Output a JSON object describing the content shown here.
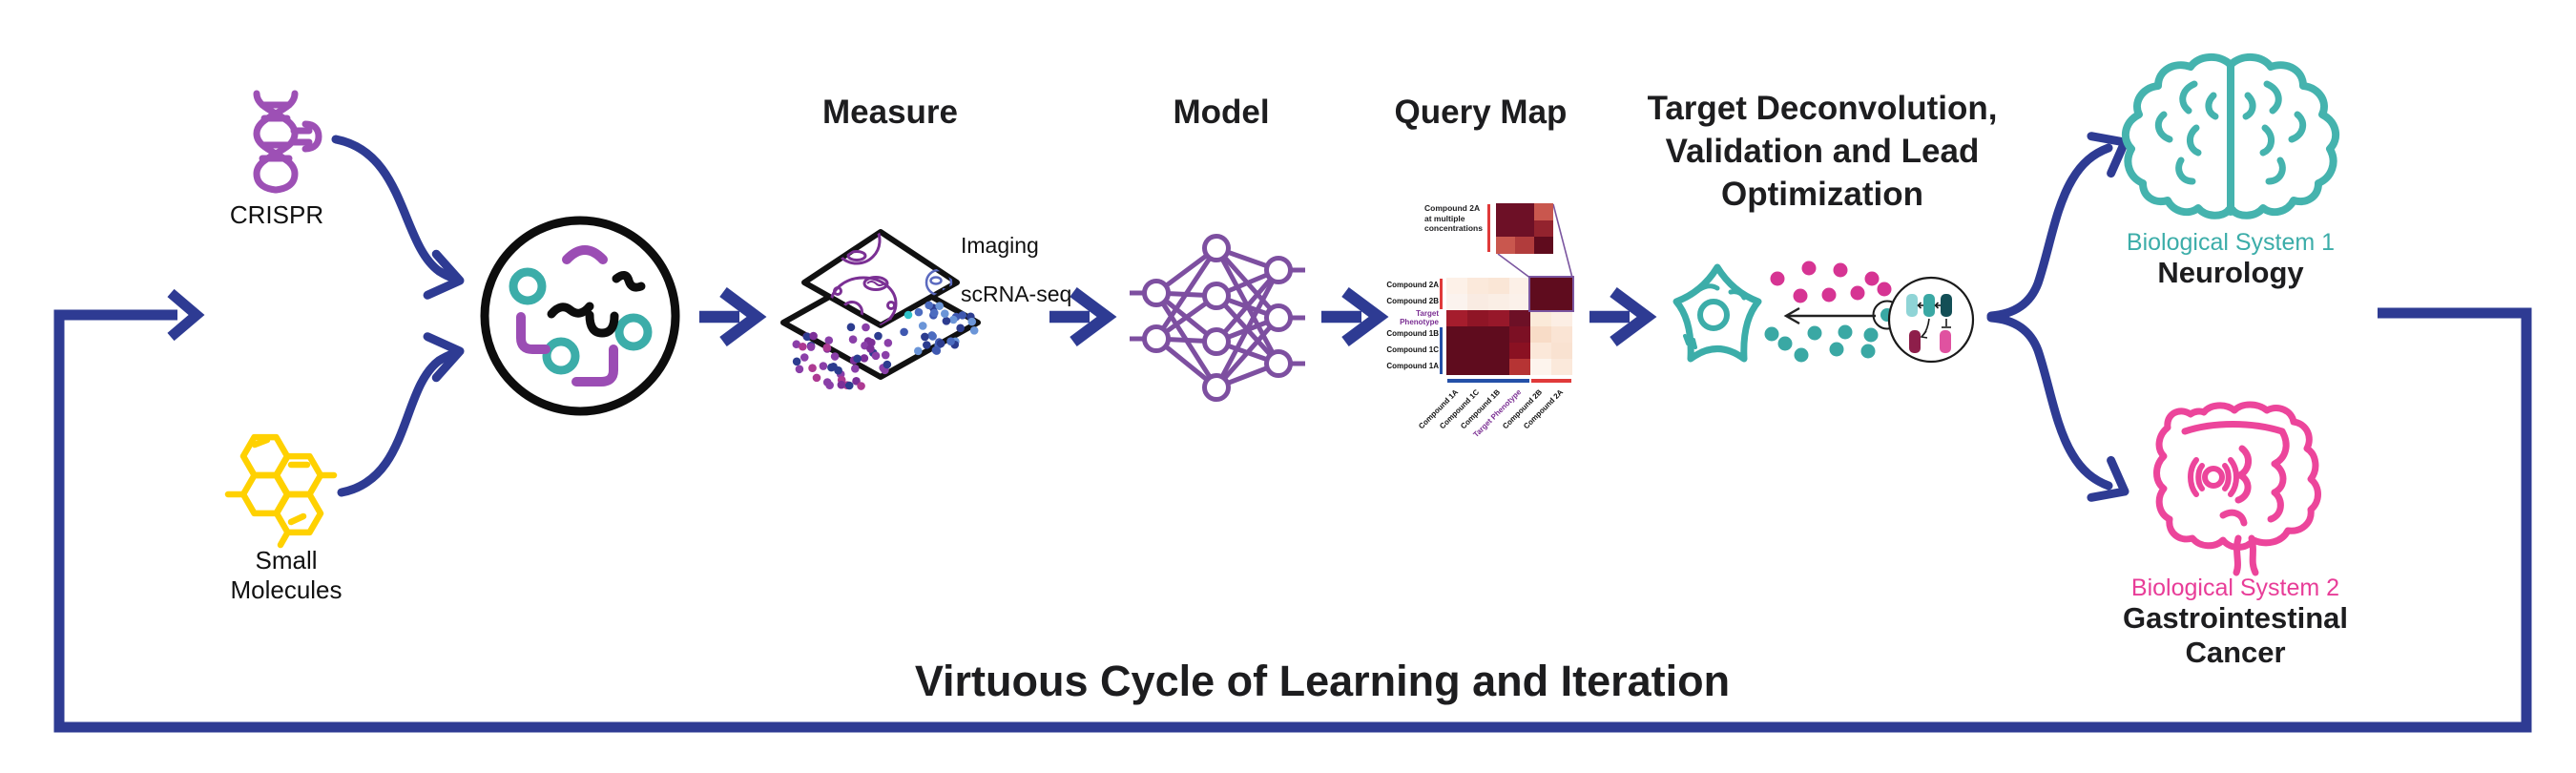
{
  "diagram_title": "Virtuous Cycle of Learning and Iteration",
  "inputs": {
    "crispr_label": "CRISPR",
    "small_molecules_label": "Small\nMolecules"
  },
  "stages": {
    "measure": {
      "heading": "Measure",
      "layers": {
        "imaging": "Imaging",
        "scrna": "scRNA-seq"
      }
    },
    "model": {
      "heading": "Model"
    },
    "query_map": {
      "heading": "Query Map",
      "inset_label": "Compound 2A\nat multiple\nconcentrations",
      "heatmap": {
        "row_labels": [
          "Compound 2A",
          "Compound 2B",
          "Target\nPhenotype",
          "Compound 1B",
          "Compound 1C",
          "Compound 1A"
        ],
        "col_labels": [
          "Compound 1A",
          "Compound 1C",
          "Compound 1B",
          "Target Phenotype",
          "Compound 2B",
          "Compound 2A"
        ],
        "accent_row_index": 2,
        "accent_col_index": 3,
        "accent_color": "#7b2f93",
        "cells": [
          [
            "#fdf1e8",
            "#fbe9db",
            "#fae6d6",
            "#fcf0e7",
            "#5f0c1e",
            "#5f0c1e"
          ],
          [
            "#fbf3ee",
            "#f9ebe2",
            "#faeee5",
            "#fbf1ea",
            "#5f0c1e",
            "#5f0c1e"
          ],
          [
            "#a51d2d",
            "#8f1526",
            "#97182a",
            "#6d1026",
            "#fbead9",
            "#fceee4"
          ],
          [
            "#5f0c1e",
            "#5f0c1e",
            "#5f0c1e",
            "#7c1024",
            "#f8dcc7",
            "#fae4d4"
          ],
          [
            "#5f0c1e",
            "#5f0c1e",
            "#5f0c1e",
            "#8a1122",
            "#fbe8d9",
            "#f9e2d1"
          ],
          [
            "#5f0c1e",
            "#5f0c1e",
            "#5f0c1e",
            "#b63434",
            "#fdf4ed",
            "#fbe9db"
          ]
        ],
        "inset_cells": [
          [
            "#6d1026",
            "#6d1026",
            "#c9574e"
          ],
          [
            "#6d1026",
            "#6d1026",
            "#93232e"
          ],
          [
            "#c9574e",
            "#b13c3c",
            "#5f0b1d"
          ]
        ],
        "row_group_bars": [
          {
            "rows": [
              0,
              1
            ],
            "color": "#e03a3a"
          },
          {
            "rows": [
              3,
              4,
              5
            ],
            "color": "#2450a8"
          }
        ],
        "col_group_bars": [
          {
            "cols": [
              0,
              1,
              2,
              3
            ],
            "color": "#2450a8"
          },
          {
            "cols": [
              4,
              5
            ],
            "color": "#e03a3a"
          }
        ],
        "highlight": {
          "rows": [
            0,
            1
          ],
          "cols": [
            4,
            5
          ],
          "color": "#7b56a0"
        }
      }
    },
    "target_deconvolution": {
      "heading": "Target Deconvolution,\nValidation and Lead\nOptimization"
    }
  },
  "outputs": {
    "system1": {
      "label": "Biological System 1",
      "disease": "Neurology",
      "color": "#3cada9"
    },
    "system2": {
      "label": "Biological System 2",
      "disease": "Gastrointestinal\nCancer",
      "color": "#e83d98"
    }
  },
  "colors": {
    "arrow_blue": "#2e3b93",
    "text_black": "#1d1d1f",
    "purple": "#7d4fa0",
    "crispr_purple": "#9d50b5",
    "teal": "#3cada9",
    "dark_teal": "#134f56",
    "light_teal": "#8fd4d6",
    "yellow": "#ffd100",
    "pink": "#e83d98",
    "maroon": "#8e1e4a",
    "heatmap_dark": "#5f0c1e"
  }
}
